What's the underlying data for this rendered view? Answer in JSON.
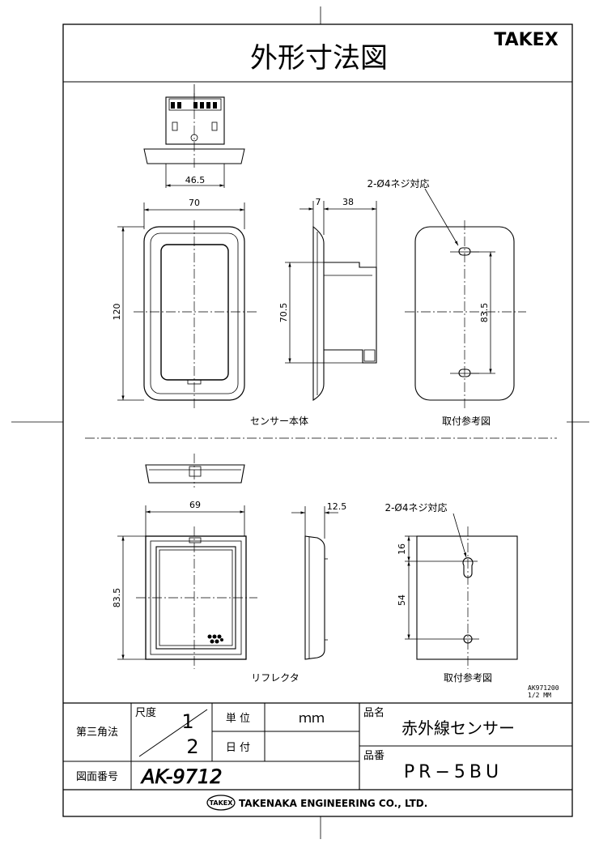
{
  "header": {
    "title": "外形寸法図",
    "brand": "TAKEX"
  },
  "sensor_body": {
    "caption": "センサー本体",
    "dims": {
      "top_width": "46.5",
      "front_width": "70",
      "front_height": "120",
      "side_front": "7",
      "side_depth": "38",
      "side_height": "70.5"
    }
  },
  "sensor_mount": {
    "caption": "取付参考図",
    "screw_note": "2-Ø4ネジ対応",
    "pitch": "83.5"
  },
  "reflector": {
    "caption": "リフレクタ",
    "dims": {
      "front_width": "69",
      "front_height": "83.5",
      "side_depth": "12.5"
    }
  },
  "reflector_mount": {
    "caption": "取付参考図",
    "screw_note": "2-Ø4ネジ対応",
    "dim_top": "16",
    "dim_pitch": "54"
  },
  "doc_code": {
    "line1": "AK971200",
    "line2": "1/2  MM"
  },
  "title_block": {
    "projection": "第三角法",
    "scale_label": "尺度",
    "scale_num": "1",
    "scale_den": "2",
    "unit_label": "単 位",
    "unit_value": "ｍｍ",
    "date_label": "日 付",
    "date_value": "",
    "name_label": "品名",
    "name_value": "赤外線センサー",
    "model_label": "品番",
    "model_value": "PR−5BU",
    "drawing_no_label": "図面番号",
    "drawing_no_value": "AK-9712",
    "company_logo": "TAKEX",
    "company": "TAKENAKA ENGINEERING CO., LTD."
  }
}
